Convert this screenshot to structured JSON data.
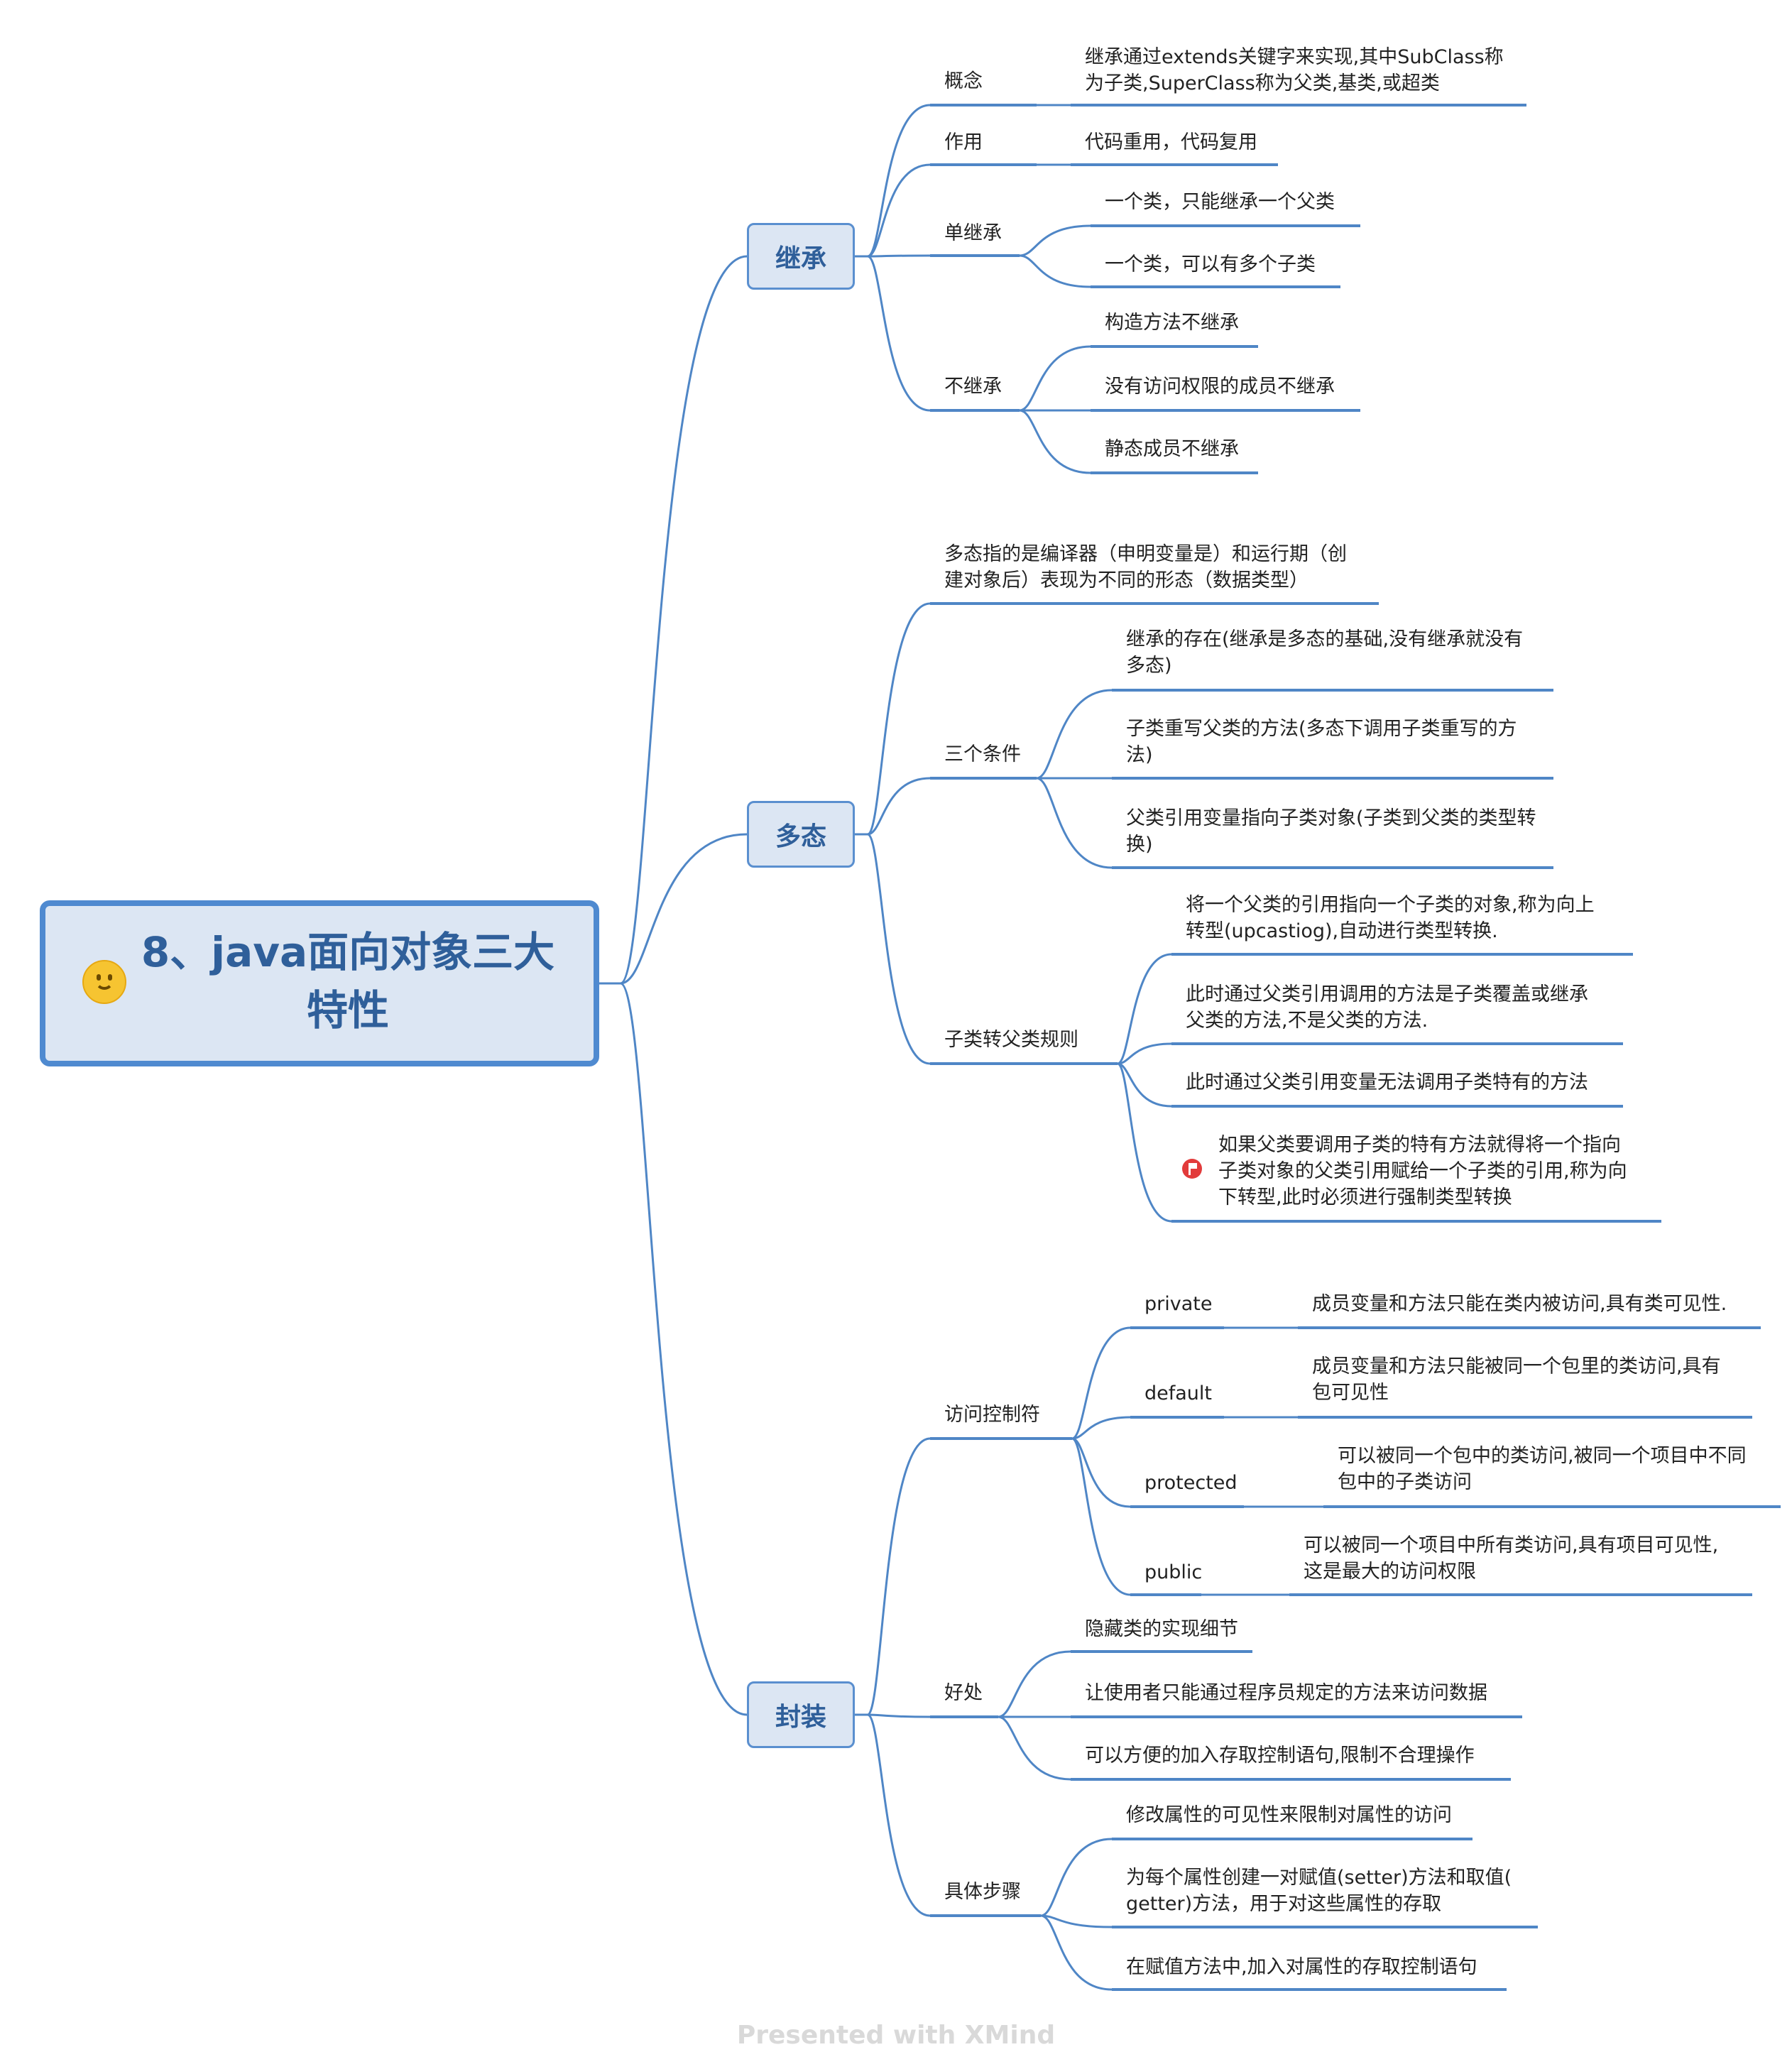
{
  "root": {
    "title_line1": "8、java面向对象三大",
    "title_line2": "特性",
    "icon": "smiley-icon"
  },
  "colors": {
    "line": "#4f86c6",
    "box_fill": "#dce6f3",
    "box_border": "#4f8ad0",
    "title": "#2f5f9a",
    "flag": "#e23b3b"
  },
  "branches": {
    "inherit": {
      "label": "继承",
      "concept": {
        "label": "概念",
        "text1": "继承通过extends关键字来实现,其中SubClass称",
        "text2": "为子类,SuperClass称为父类,基类,或超类"
      },
      "use": {
        "label": "作用",
        "text": "代码重用，代码复用"
      },
      "single": {
        "label": "单继承",
        "items": [
          "一个类，只能继承一个父类",
          "一个类，可以有多个子类"
        ]
      },
      "not": {
        "label": "不继承",
        "items": [
          "构造方法不继承",
          "没有访问权限的成员不继承",
          "静态成员不继承"
        ]
      }
    },
    "poly": {
      "label": "多态",
      "def": {
        "text1": "多态指的是编译器（申明变量是）和运行期（创",
        "text2": "建对象后）表现为不同的形态（数据类型）"
      },
      "cond": {
        "label": "三个条件",
        "items": [
          {
            "line1": "继承的存在(继承是多态的基础,没有继承就没有",
            "line2": "多态)"
          },
          {
            "line1": " 子类重写父类的方法(多态下调用子类重写的方",
            "line2": "法)"
          },
          {
            "line1": "父类引用变量指向子类对象(子类到父类的类型转",
            "line2": "换)"
          }
        ]
      },
      "rule": {
        "label": "子类转父类规则",
        "items": [
          {
            "line1": " 将一个父类的引用指向一个子类的对象,称为向上",
            "line2": "转型(upcastiog),自动进行类型转换."
          },
          {
            "line1": "此时通过父类引用调用的方法是子类覆盖或继承",
            "line2": "父类的方法,不是父类的方法."
          },
          {
            "line1": " 此时通过父类引用变量无法调用子类特有的方法"
          },
          {
            "line1": "如果父类要调用子类的特有方法就得将一个指向",
            "line2": "子类对象的父类引用赋给一个子类的引用,称为向",
            "line3": "下转型,此时必须进行强制类型转换",
            "icon": "flag-icon"
          }
        ]
      }
    },
    "encap": {
      "label": "封装",
      "access": {
        "label": "访问控制符",
        "items": [
          {
            "name": "private",
            "line1": "成员变量和方法只能在类内被访问,具有类可见性."
          },
          {
            "name": "default",
            "line1": "成员变量和方法只能被同一个包里的类访问,具有",
            "line2": "包可见性"
          },
          {
            "name": "protected",
            "line1": "可以被同一个包中的类访问,被同一个项目中不同",
            "line2": "包中的子类访问"
          },
          {
            "name": "public",
            "line1": "可以被同一个项目中所有类访问,具有项目可见性,",
            "line2": "这是最大的访问权限"
          }
        ]
      },
      "benefit": {
        "label": "好处",
        "items": [
          "隐藏类的实现细节",
          "让使用者只能通过程序员规定的方法来访问数据",
          "可以方便的加入存取控制语句,限制不合理操作"
        ]
      },
      "steps": {
        "label": "具体步骤",
        "items": [
          {
            "line1": "修改属性的可见性来限制对属性的访问"
          },
          {
            "line1": "为每个属性创建一对赋值(setter)方法和取值(",
            "line2": "getter)方法，用于对这些属性的存取"
          },
          {
            "line1": "在赋值方法中,加入对属性的存取控制语句"
          }
        ]
      }
    }
  },
  "footer": "Presented with XMind"
}
